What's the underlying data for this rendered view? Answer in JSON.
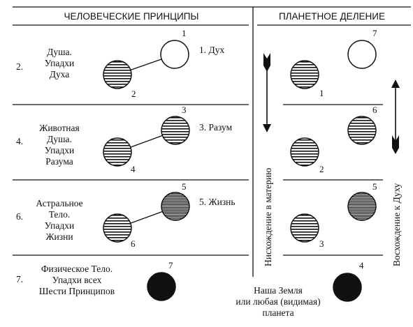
{
  "headers": {
    "left": "ЧЕЛОВЕЧЕСКИЕ ПРИНЦИПЫ",
    "right": "ПЛАНЕТНОЕ ДЕЛЕНИЕ"
  },
  "rows": [
    {
      "index": "2.",
      "left_label": [
        "Душа.",
        "Упадхи",
        "Духа"
      ],
      "lower_num": "2",
      "upper_num": "1",
      "upper_label": "1. Дух"
    },
    {
      "index": "4.",
      "left_label": [
        "Животная",
        "Душа.",
        "Упадхи",
        "Разума"
      ],
      "lower_num": "4",
      "upper_num": "3",
      "upper_label": "3. Разум"
    },
    {
      "index": "6.",
      "left_label": [
        "Астральное",
        "Тело.",
        "Упадхи",
        "Жизни"
      ],
      "lower_num": "6",
      "upper_num": "5",
      "upper_label": "5. Жизнь"
    },
    {
      "index": "7.",
      "left_label": [
        "Физическое Тело.",
        "Упадхи всех",
        "Шести Принципов"
      ],
      "num": "7"
    }
  ],
  "planets": {
    "left_nums": [
      "1",
      "2",
      "3"
    ],
    "right_nums": [
      "7",
      "6",
      "5"
    ],
    "earth_num": "4",
    "earth_label": [
      "Наша Земля",
      "или любая (видимая)",
      "планета"
    ]
  },
  "arrows": {
    "down_label": "Нисхождение в материю",
    "up_label": "Восхождение к Духу"
  }
}
